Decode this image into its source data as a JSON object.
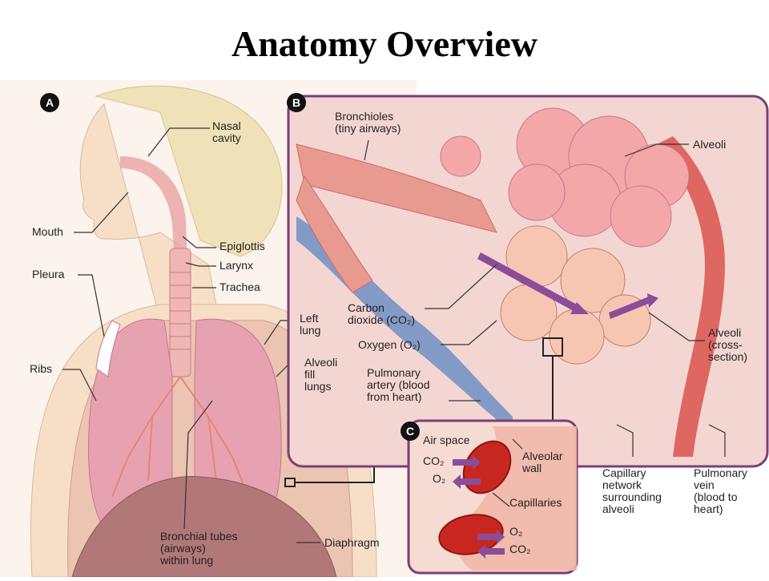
{
  "title": "Anatomy Overview",
  "panels": {
    "a": "A",
    "b": "B",
    "c": "C"
  },
  "panel_a_labels": {
    "nasal_cavity": "Nasal\ncavity",
    "mouth": "Mouth",
    "epiglottis": "Epiglottis",
    "larynx": "Larynx",
    "trachea": "Trachea",
    "pleura": "Pleura",
    "left_lung": "Left\nlung",
    "alveoli_fill_lungs": "Alveoli\nfill\nlungs",
    "ribs": "Ribs",
    "bronchial_tubes": "Bronchial tubes\n(airways)\nwithin lung",
    "diaphragm": "Diaphragm"
  },
  "panel_b_labels": {
    "bronchioles": "Bronchioles\n(tiny airways)",
    "alveoli": "Alveoli",
    "carbon_dioxide": "Carbon\ndioxide (CO₂)",
    "oxygen": "Oxygen (O₂)",
    "alveoli_cross_section": "Alveoli\n(cross-\nsection)",
    "pulmonary_artery": "Pulmonary\nartery (blood\nfrom heart)",
    "capillary_network": "Capillary\nnetwork\nsurrounding\nalveoli",
    "pulmonary_vein": "Pulmonary\nvein\n(blood to\nheart)"
  },
  "panel_c_labels": {
    "air_space": "Air space",
    "alveolar_wall": "Alveolar\nwall",
    "co2_top": "CO₂",
    "o2_top": "O₂",
    "capillaries": "Capillaries",
    "o2_bottom": "O₂",
    "co2_bottom": "CO₂"
  },
  "colors": {
    "panel_border": "#7a3f77",
    "panel_bg": "#f3d6d2",
    "lung_pink": "#e7a2b2",
    "skin": "#f7dfc7",
    "hair": "#efe2b9",
    "vein_blue": "#6f8fc4",
    "artery_red": "#d9534f",
    "arrow_purple": "#8b4c9a"
  }
}
